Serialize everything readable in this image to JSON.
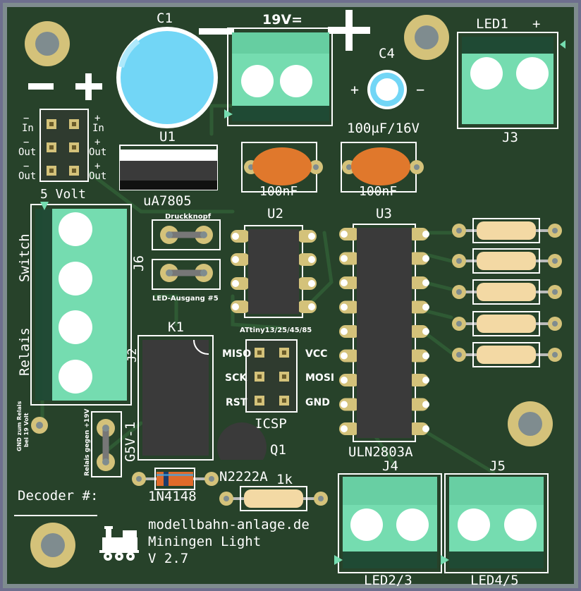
{
  "board": {
    "colors": {
      "background": "#6e6f8e",
      "pcb": "#27422a",
      "pcb_edge": "#7f8c8f",
      "trace": "#2f5432",
      "silk": "#ffffff",
      "pad": "#d4c27a",
      "terminal": "#75dcb0",
      "terminal_dark": "#1f4a34",
      "ic_body": "#3a3a3a",
      "capacitor_ceramic": "#e0782c",
      "capacitor_elec": "#6fd3f5",
      "resistor": "#f3d9a4",
      "diode": "#e06a2a"
    }
  },
  "labels": {
    "c1": "C1",
    "c4": "C4",
    "c4_value": "100µF/16V",
    "c4_plus": "+",
    "c4_minus": "−",
    "power_in": "19V=",
    "big_minus": "−",
    "big_plus": "+",
    "led1": "LED1",
    "led1_plus": "+",
    "j3": "J3",
    "u1": "U1",
    "u1_part": "uA7805",
    "cap_left_value": "100nF",
    "cap_right_value": "100nF",
    "header_5v": {
      "in_minus": "In",
      "in_plus": "In",
      "out_minus_1": "Out",
      "out_plus_1": "Out",
      "out_minus_2": "Out",
      "out_plus_2": "Out",
      "minus": "−",
      "plus": "+",
      "caption": "5 Volt"
    },
    "switch": "Switch",
    "relais": "Relais",
    "j6": "J6",
    "druckknopf": "Druckknopf",
    "led_ausgang": "LED-Ausgang #5",
    "u2": "U2",
    "u2_part": "ATtiny13/25/45/85",
    "u3": "U3",
    "u3_part": "ULN2803A",
    "k1": "K1",
    "j_partial": "J2",
    "icsp": {
      "miso": "MISO",
      "vcc": "VCC",
      "sck": "SCK",
      "mosi": "MOSI",
      "rst": "RST",
      "gnd": "GND",
      "caption": "ICSP"
    },
    "gnd_note_1": "GND zum Relais",
    "gnd_note_2": "bei 19 Volt",
    "relais_gegen": "Relais gegen +19V",
    "k1_part": "G5V-1",
    "q1": "Q1",
    "q1_part": "N2222A",
    "r_1k": "1k",
    "d_part": "1N4148",
    "j4": "J4",
    "j5": "J5",
    "led23": "LED2/3",
    "led45": "LED4/5",
    "decoder": "Decoder #:",
    "website": "modellbahn-anlage.de",
    "product": "Miningen Light",
    "version": "V 2.7"
  }
}
